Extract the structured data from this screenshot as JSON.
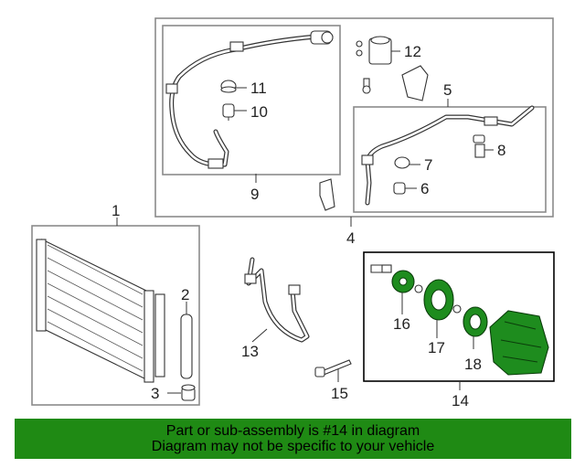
{
  "callouts": {
    "c1": "1",
    "c2": "2",
    "c3": "3",
    "c4": "4",
    "c5": "5",
    "c6": "6",
    "c7": "7",
    "c8": "8",
    "c9": "9",
    "c10": "10",
    "c11": "11",
    "c12": "12",
    "c13": "13",
    "c14": "14",
    "c15": "15",
    "c16": "16",
    "c17": "17",
    "c18": "18"
  },
  "banner": {
    "line1": "Part or sub-assembly is #14 in diagram",
    "line2": "Diagram may not be specific to your vehicle"
  },
  "colors": {
    "highlight_part": "#1e8c1e",
    "banner_bg": "#1f8a14",
    "frame_grey": "#8a8a8a"
  }
}
